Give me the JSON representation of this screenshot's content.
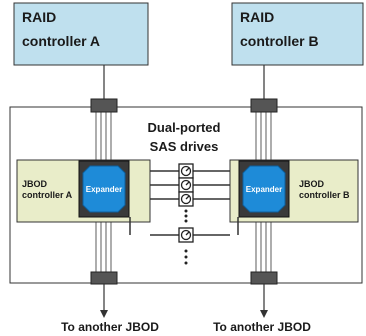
{
  "raid_a": {
    "line1": "RAID",
    "line2": "controller A"
  },
  "raid_b": {
    "line1": "RAID",
    "line2": "controller B"
  },
  "drives_label": {
    "line1": "Dual-ported",
    "line2": "SAS drives"
  },
  "jbod_a": {
    "line1": "JBOD",
    "line2": "controller A",
    "expander": "Expander"
  },
  "jbod_b": {
    "line1": "JBOD",
    "line2": "controller B",
    "expander": "Expander"
  },
  "bottom_left": "To another JBOD",
  "bottom_right": "To another JBOD",
  "colors": {
    "raid_box": "#bfe0ee",
    "jbod_box": "#e9edc9",
    "expander": "#1e8bd8",
    "chip_border": "#333333",
    "connector": "#555555"
  }
}
